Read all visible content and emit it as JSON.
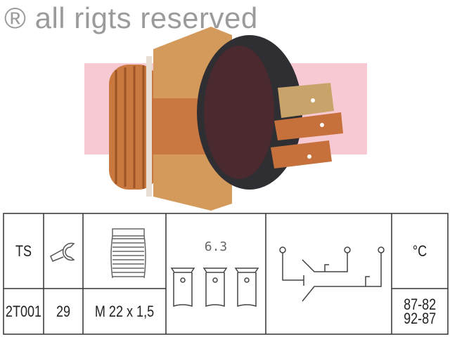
{
  "watermark": "® all rigts reserved",
  "spec_table": {
    "type_header": "TS",
    "type_value": "2T001",
    "wrench_icon": "wrench-icon",
    "wrench_size": "29",
    "thread_icon": "thread-icon",
    "thread_value": "M 22 x 1,5",
    "connector_size": "6.3",
    "temp_unit": "°C",
    "temp_ranges": [
      "87-82",
      "92-87"
    ]
  }
}
